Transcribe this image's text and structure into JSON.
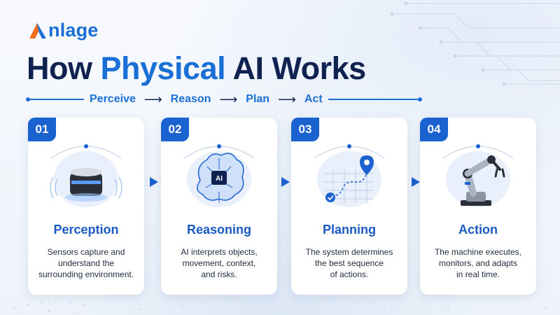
{
  "brand": {
    "name": "nlage",
    "logo_letter": "A"
  },
  "title": {
    "prefix": "How ",
    "accent": "Physical",
    "suffix": " AI Works"
  },
  "flow": [
    "Perceive",
    "Reason",
    "Plan",
    "Act"
  ],
  "steps": [
    {
      "number": "01",
      "title": "Perception",
      "lines": [
        "Sensors capture and",
        "understand the",
        "surrounding environment."
      ],
      "icon": "sensor-device-icon"
    },
    {
      "number": "02",
      "title": "Reasoning",
      "lines": [
        "AI interprets objects,",
        "movement, context,",
        "and risks."
      ],
      "icon": "ai-brain-icon"
    },
    {
      "number": "03",
      "title": "Planning",
      "lines": [
        "The system determines",
        "the best sequence",
        "of actions."
      ],
      "icon": "route-map-icon"
    },
    {
      "number": "04",
      "title": "Action",
      "lines": [
        "The machine executes,",
        "monitors, and adapts",
        "in real time."
      ],
      "icon": "robot-arm-icon"
    }
  ],
  "colors": {
    "accent": "#1a6fd6",
    "navy": "#0f2250",
    "badge": "#1a62d0",
    "logo_orange": "#f26a1b"
  }
}
